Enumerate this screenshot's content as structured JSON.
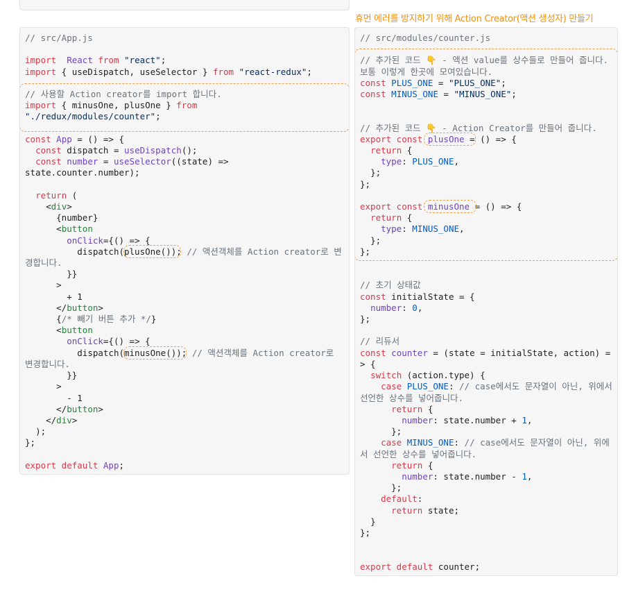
{
  "caption": "휴먼 에러를 방지하기 위해 Action Creator(액션 생성자) 만들기",
  "left_panel": {
    "lines": [
      [
        [
          "cm",
          "// src/App.js"
        ]
      ],
      [],
      [
        [
          "kw",
          "import"
        ],
        [
          "",
          "  "
        ],
        [
          "nm",
          "React"
        ],
        [
          "",
          ""
        ],
        [
          "kw",
          " from"
        ],
        [
          "",
          ""
        ],
        [
          "str",
          " \"react\""
        ],
        [
          "",
          ";"
        ]
      ],
      [
        [
          "kw",
          "import"
        ],
        [
          "",
          " { useDispatch, useSelector } "
        ],
        [
          "kw",
          "from"
        ],
        [
          "str",
          " \"react-redux\""
        ],
        [
          "",
          ";"
        ]
      ],
      [],
      [
        [
          "cm",
          "// 사용할 Action creator를 import 합니다."
        ]
      ],
      [
        [
          "kw",
          "import"
        ],
        [
          "",
          " { minusOne, plusOne } "
        ],
        [
          "kw",
          "from"
        ]
      ],
      [
        [
          "str",
          "\"./redux/modules/counter\""
        ],
        [
          "",
          ";"
        ]
      ],
      [],
      [
        [
          "kw",
          "const"
        ],
        [
          "fn",
          " App"
        ],
        [
          "",
          " = () => {"
        ]
      ],
      [
        [
          "kw",
          "  const"
        ],
        [
          "",
          " dispatch = "
        ],
        [
          "fn",
          "useDispatch"
        ],
        [
          "",
          "();"
        ]
      ],
      [
        [
          "kw",
          "  const"
        ],
        [
          "fn",
          " number"
        ],
        [
          "",
          " = "
        ],
        [
          "fn",
          "useSelector"
        ],
        [
          "",
          "((state) =>"
        ]
      ],
      [
        [
          "",
          "state.counter.number);"
        ]
      ],
      [],
      [
        [
          "kw",
          "  return"
        ],
        [
          "",
          " ("
        ]
      ],
      [
        [
          "",
          "    <"
        ],
        [
          "tag",
          "div"
        ],
        [
          "",
          ">"
        ]
      ],
      [
        [
          "",
          "      {number}"
        ]
      ],
      [
        [
          "",
          "      <"
        ],
        [
          "tag",
          "button"
        ]
      ],
      [
        [
          "fn",
          "        onClick"
        ],
        [
          "",
          "={"
        ],
        [
          "",
          "() => {"
        ]
      ],
      [
        [
          "",
          "          dispatch("
        ],
        [
          "",
          "plusOne()"
        ],
        [
          "",
          "); "
        ],
        [
          "cm",
          "// 액션객체를 Action creator로 변경합니다."
        ]
      ],
      [
        [
          "",
          "        }}"
        ]
      ],
      [
        [
          "",
          "      >"
        ]
      ],
      [
        [
          "",
          "        + 1"
        ]
      ],
      [
        [
          "",
          "      </"
        ],
        [
          "tag",
          "button"
        ],
        [
          "",
          ">"
        ]
      ],
      [
        [
          "",
          "      {"
        ],
        [
          "cm",
          "/* 빼기 버튼 추가 */"
        ],
        [
          "",
          "}"
        ]
      ],
      [
        [
          "",
          "      <"
        ],
        [
          "tag",
          "button"
        ]
      ],
      [
        [
          "fn",
          "        onClick"
        ],
        [
          "",
          "={"
        ],
        [
          "",
          "() => {"
        ]
      ],
      [
        [
          "",
          "          dispatch("
        ],
        [
          "",
          "minusOne()"
        ],
        [
          "",
          "); "
        ],
        [
          "cm",
          "// 액션객체를 Action creator로 변경합니다."
        ]
      ],
      [
        [
          "",
          "        }}"
        ]
      ],
      [
        [
          "",
          "      >"
        ]
      ],
      [
        [
          "",
          "        - 1"
        ]
      ],
      [
        [
          "",
          "      </"
        ],
        [
          "tag",
          "button"
        ],
        [
          "",
          ">"
        ]
      ],
      [
        [
          "",
          "    </"
        ],
        [
          "tag",
          "div"
        ],
        [
          "",
          ">"
        ]
      ],
      [
        [
          "",
          "  );"
        ]
      ],
      [
        [
          "",
          "};"
        ]
      ],
      [],
      [
        [
          "kw",
          "export"
        ],
        [
          "kw",
          " default"
        ],
        [
          "fn",
          " App"
        ],
        [
          "",
          ";"
        ]
      ]
    ]
  },
  "right_panel": {
    "lines": [
      [
        [
          "cm",
          "// src/modules/counter.js"
        ]
      ],
      [],
      [
        [
          "cm",
          "// 추가된 코드 👇 - 액션 value를 상수들로 만들어 줍니다. 보통 이렇게 한곳에 모여있습니다."
        ]
      ],
      [
        [
          "kw",
          "const"
        ],
        [
          "num",
          " PLUS_ONE"
        ],
        [
          "",
          " = "
        ],
        [
          "str",
          "\"PLUS_ONE\""
        ],
        [
          "",
          ";"
        ]
      ],
      [
        [
          "kw",
          "const"
        ],
        [
          "num",
          " MINUS_ONE"
        ],
        [
          "",
          " = "
        ],
        [
          "str",
          "\"MINUS_ONE\""
        ],
        [
          "",
          ";"
        ]
      ],
      [],
      [],
      [
        [
          "cm",
          "// 추가된 코드 👇 - Action Creator를 만들어 줍니다."
        ]
      ],
      [
        [
          "kw",
          "export"
        ],
        [
          "kw",
          " const"
        ],
        [
          "fn",
          " plusOne"
        ],
        [
          "",
          " = () => {"
        ]
      ],
      [
        [
          "kw",
          "  return"
        ],
        [
          "",
          " {"
        ]
      ],
      [
        [
          "fn",
          "    type"
        ],
        [
          "",
          ": "
        ],
        [
          "num",
          "PLUS_ONE"
        ],
        [
          "",
          ","
        ]
      ],
      [
        [
          "",
          "  };"
        ]
      ],
      [
        [
          "",
          "};"
        ]
      ],
      [],
      [
        [
          "kw",
          "export"
        ],
        [
          "kw",
          " const"
        ],
        [
          "fn",
          " minusOne"
        ],
        [
          "",
          " = () => {"
        ]
      ],
      [
        [
          "kw",
          "  return"
        ],
        [
          "",
          " {"
        ]
      ],
      [
        [
          "fn",
          "    type"
        ],
        [
          "",
          ": "
        ],
        [
          "num",
          "MINUS_ONE"
        ],
        [
          "",
          ","
        ]
      ],
      [
        [
          "",
          "  };"
        ]
      ],
      [
        [
          "",
          "};"
        ]
      ],
      [],
      [],
      [
        [
          "cm",
          "// 초기 상태값"
        ]
      ],
      [
        [
          "kw",
          "const"
        ],
        [
          "",
          " initialState = {"
        ]
      ],
      [
        [
          "fn",
          "  number"
        ],
        [
          "",
          ": "
        ],
        [
          "num",
          "0"
        ],
        [
          "",
          ","
        ]
      ],
      [
        [
          "",
          "};"
        ]
      ],
      [],
      [
        [
          "cm",
          "// 리듀서"
        ]
      ],
      [
        [
          "kw",
          "const"
        ],
        [
          "fn",
          " counter"
        ],
        [
          "",
          " = (state = initialState, action) => {"
        ]
      ],
      [
        [
          "kw",
          "  switch"
        ],
        [
          "",
          " (action.type) {"
        ]
      ],
      [
        [
          "kw",
          "    case"
        ],
        [
          "num",
          " PLUS_ONE"
        ],
        [
          "",
          ": "
        ],
        [
          "cm",
          "// case에서도 문자열이 아닌, 위에서 선언한 상수를 넣어줍니다."
        ]
      ],
      [
        [
          "kw",
          "      return"
        ],
        [
          "",
          " {"
        ]
      ],
      [
        [
          "fn",
          "        number"
        ],
        [
          "",
          ": state.number + "
        ],
        [
          "num",
          "1"
        ],
        [
          "",
          ","
        ]
      ],
      [
        [
          "",
          "      };"
        ]
      ],
      [
        [
          "kw",
          "    case"
        ],
        [
          "num",
          " MINUS_ONE"
        ],
        [
          "",
          ": "
        ],
        [
          "cm",
          "// case에서도 문자열이 아닌, 위에서 선언한 상수를 넣어줍니다."
        ]
      ],
      [
        [
          "kw",
          "      return"
        ],
        [
          "",
          " {"
        ]
      ],
      [
        [
          "fn",
          "        number"
        ],
        [
          "",
          ": state.number - "
        ],
        [
          "num",
          "1"
        ],
        [
          "",
          ","
        ]
      ],
      [
        [
          "",
          "      };"
        ]
      ],
      [
        [
          "kw",
          "    default"
        ],
        [
          "",
          ":"
        ]
      ],
      [
        [
          "kw",
          "      return"
        ],
        [
          "",
          " state;"
        ]
      ],
      [
        [
          "",
          "  }"
        ]
      ],
      [
        [
          "",
          "};"
        ]
      ],
      [],
      [],
      [
        [
          "kw",
          "export"
        ],
        [
          "kw",
          " default"
        ],
        [
          "",
          " counter;"
        ]
      ]
    ]
  },
  "colors": {
    "highlight": "#f0a04a",
    "caption": "#f0900f",
    "background": "#f6f6f6"
  }
}
